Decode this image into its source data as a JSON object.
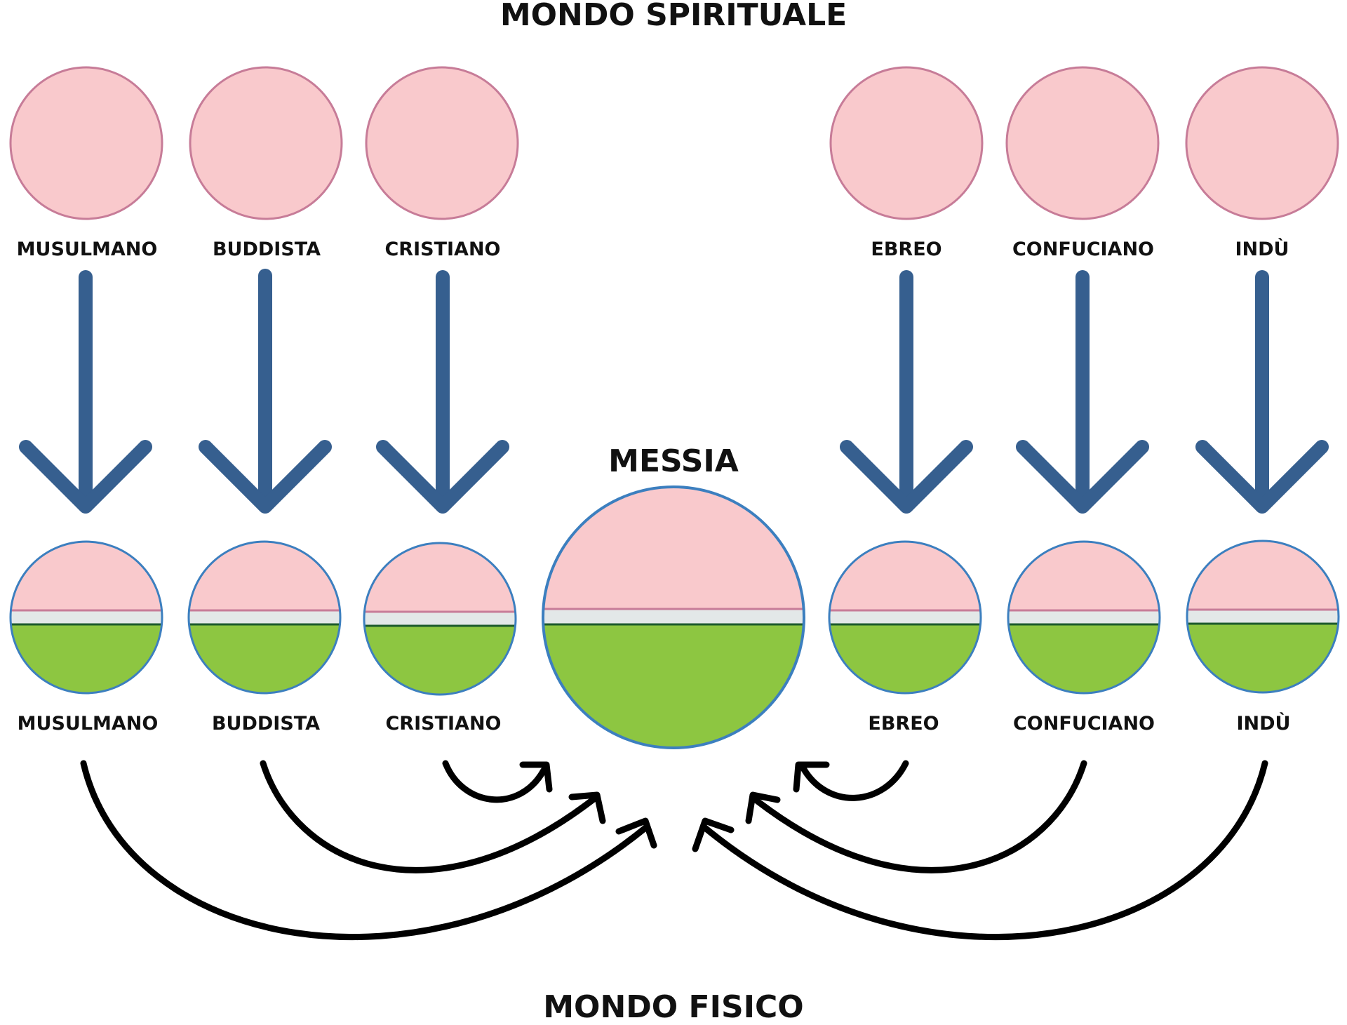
{
  "titles": {
    "spiritual": "MONDO SPIRITUALE",
    "physical": "MONDO FISICO",
    "messiah": "MESSIA"
  },
  "religions": {
    "muslim": "MUSULMANO",
    "buddhist": "BUDDISTA",
    "christian": "CRISTIANO",
    "jewish": "EBREO",
    "confucian": "CONFUCIANO",
    "hindu": "INDÙ"
  },
  "colors": {
    "spirit_fill": "#f9c9cc",
    "spirit_stroke": "#c77c98",
    "band_fill": "#e3e8e8",
    "band_stroke": "#3c7fbf",
    "physical_fill": "#8dc641",
    "physical_stroke": "#1c5a2c",
    "arrow_down": "#365f8f",
    "arrow_curve": "#000000"
  }
}
